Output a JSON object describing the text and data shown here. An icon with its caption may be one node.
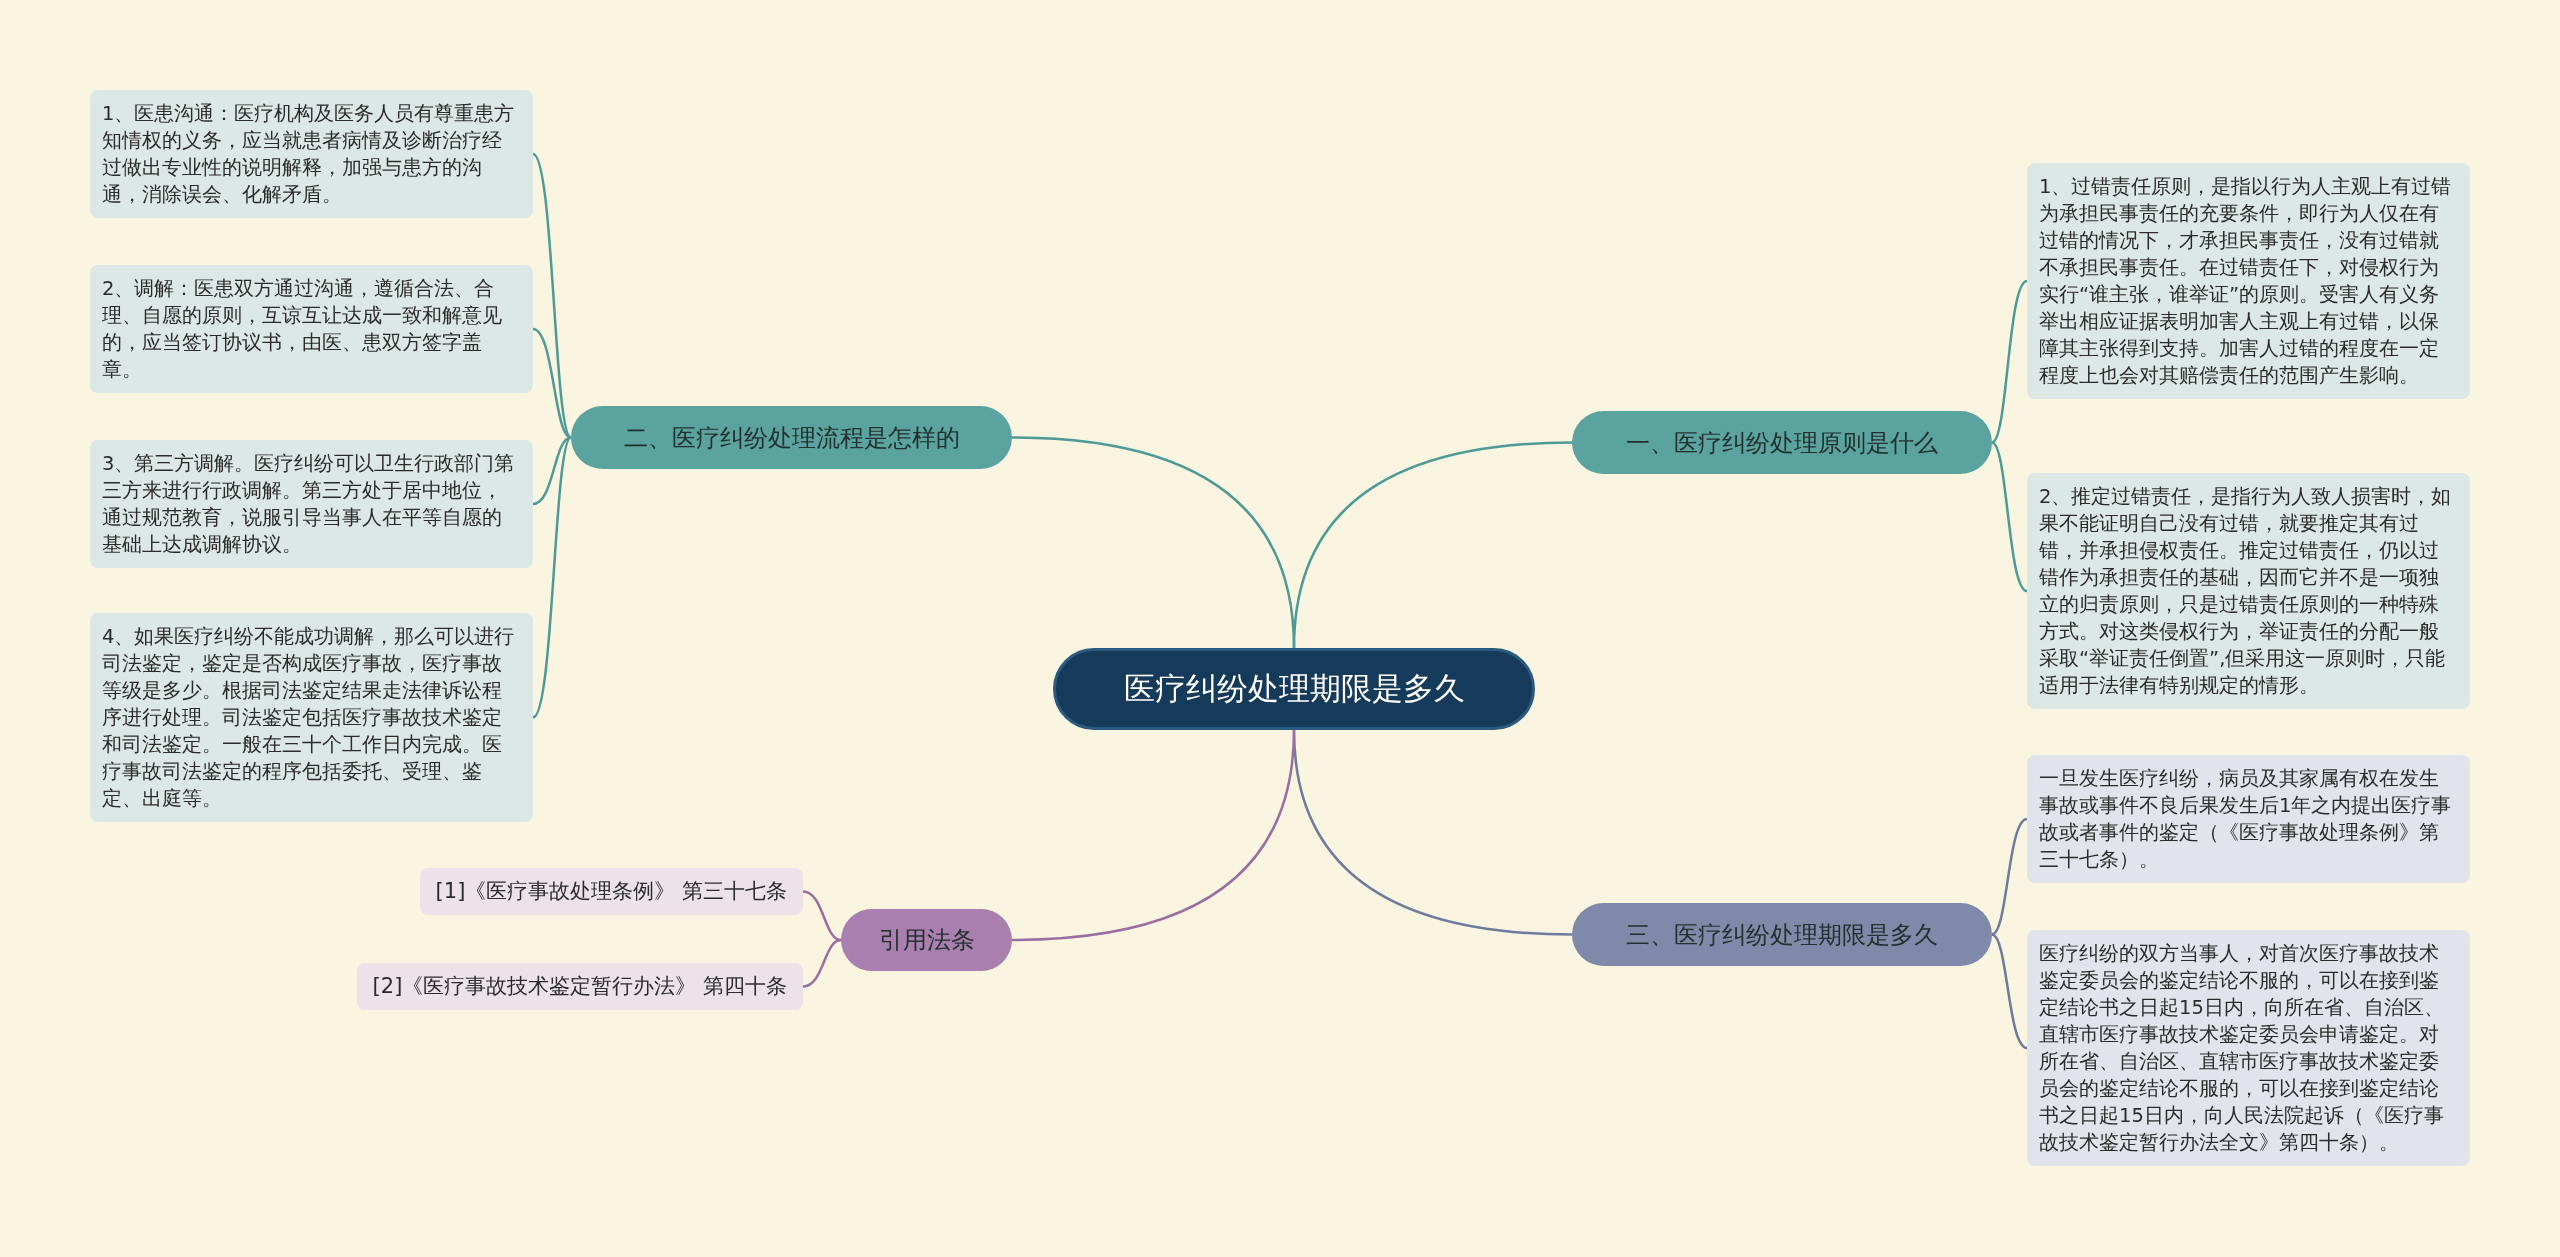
{
  "diagram": {
    "nodes": [
      {
        "text": [
          "医疗纠纷处理期限是多久"
        ]
      },
      {
        "text": [
          "二、医疗纠纷处理流程是怎样的"
        ]
      },
      {
        "text": [
          "1、医患沟通：医疗机构及医务人员有尊重患方知情权的义务，应当就患者病情及诊断治疗经过做出专业性的说明解释，加强与患方的沟通，消除误会、化解矛盾。"
        ]
      },
      {
        "text": [
          "2、调解：医患双方通过沟通，遵循合法、合理、自愿的原则，互谅互让达成一致和解意见的，应当签订协议书，由医、患双方签字盖章。"
        ]
      },
      {
        "text": [
          "3、第三方调解。医疗纠纷可以卫生行政部门第三方来进行行政调解。第三方处于居中地位，通过规范教育，说服引导当事人在平等自愿的基础上达成调解协议。"
        ]
      },
      {
        "text": [
          "4、如果医疗纠纷不能成功调解，那么可以进行司法鉴定，鉴定是否构成医疗事故，医疗事故等级是多少。根据司法鉴定结果走法律诉讼程序进行处理。司法鉴定包括医疗事故技术鉴定和司法鉴定。一般在三十个工作日内完成。医疗事故司法鉴定的程序包括委托、受理、鉴定、出庭等。"
        ]
      },
      {
        "text": [
          "一、医疗纠纷处理原则是什么"
        ]
      },
      {
        "text": [
          "1、过错责任原则，是指以行为人主观上有过错为承担民事责任的充要条件，即行为人仅在有过错的情况下，才承担民事责任，没有过错就不承担民事责任。在过错责任下，对侵权行为实行“谁主张，谁举证”的原则。受害人有义务举出相应证据表明加害人主观上有过错，以保障其主张得到支持。加害人过错的程度在一定程度上也会对其赔偿责任的范围产生影响。"
        ]
      },
      {
        "text": [
          "2、推定过错责任，是指行为人致人损害时，如果不能证明自己没有过错，就要推定其有过错，并承担侵权责任。推定过错责任，仍以过错作为承担责任的基础，因而它并不是一项独立的归责原则，只是过错责任原则的一种特殊方式。对这类侵权行为，举证责任的分配一般采取“举证责任倒置”,但采用这一原则时，只能适用于法律有特别规定的情形。"
        ]
      },
      {
        "text": [
          "三、医疗纠纷处理期限是多久"
        ]
      },
      {
        "text": [
          "一旦发生医疗纠纷，病员及其家属有权在发生事故或事件不良后果发生后1年之内提出医疗事故或者事件的鉴定（《医疗事故处理条例》第三十七条）。"
        ]
      },
      {
        "text": [
          "医疗纠纷的双方当事人，对首次医疗事故技术鉴定委员会的鉴定结论不服的，可以在接到鉴定结论书之日起15日内，向所在省、自治区、直辖市医疗事故技术鉴定委员会申请鉴定。对所在省、自治区、直辖市医疗事故技术鉴定委员会的鉴定结论不服的，可以在接到鉴定结论书之日起15日内，向人民法院起诉（《医疗事故技术鉴定暂行办法全文》第四十条）。"
        ]
      },
      {
        "text": [
          "引用法条"
        ]
      },
      {
        "text": [
          "[1]《医疗事故处理条例》 第三十七条"
        ]
      },
      {
        "text": [
          "[2]《医疗事故技术鉴定暂行办法》 第四十条"
        ]
      }
    ],
    "edges": [
      {
        "from": 0,
        "to": 1,
        "arrow": "none"
      },
      {
        "from": 1,
        "to": 2,
        "arrow": "none"
      },
      {
        "from": 1,
        "to": 3,
        "arrow": "none"
      },
      {
        "from": 1,
        "to": 4,
        "arrow": "none"
      },
      {
        "from": 1,
        "to": 5,
        "arrow": "none"
      },
      {
        "from": 0,
        "to": 6,
        "arrow": "none"
      },
      {
        "from": 6,
        "to": 7,
        "arrow": "none"
      },
      {
        "from": 6,
        "to": 8,
        "arrow": "none"
      },
      {
        "from": 0,
        "to": 9,
        "arrow": "none",
        "color": "#6e7b9c"
      },
      {
        "from": 9,
        "to": 10,
        "arrow": "none",
        "color": "#6e7b9c"
      },
      {
        "from": 9,
        "to": 11,
        "arrow": "none",
        "color": "#6e7b9c"
      },
      {
        "from": 0,
        "to": 12,
        "arrow": "none",
        "color": "#9a6fa0"
      },
      {
        "from": 12,
        "to": 13,
        "arrow": "none",
        "color": "#9a6fa0"
      },
      {
        "from": 12,
        "to": 14,
        "arrow": "none",
        "color": "#9a6fa0"
      }
    ]
  }
}
